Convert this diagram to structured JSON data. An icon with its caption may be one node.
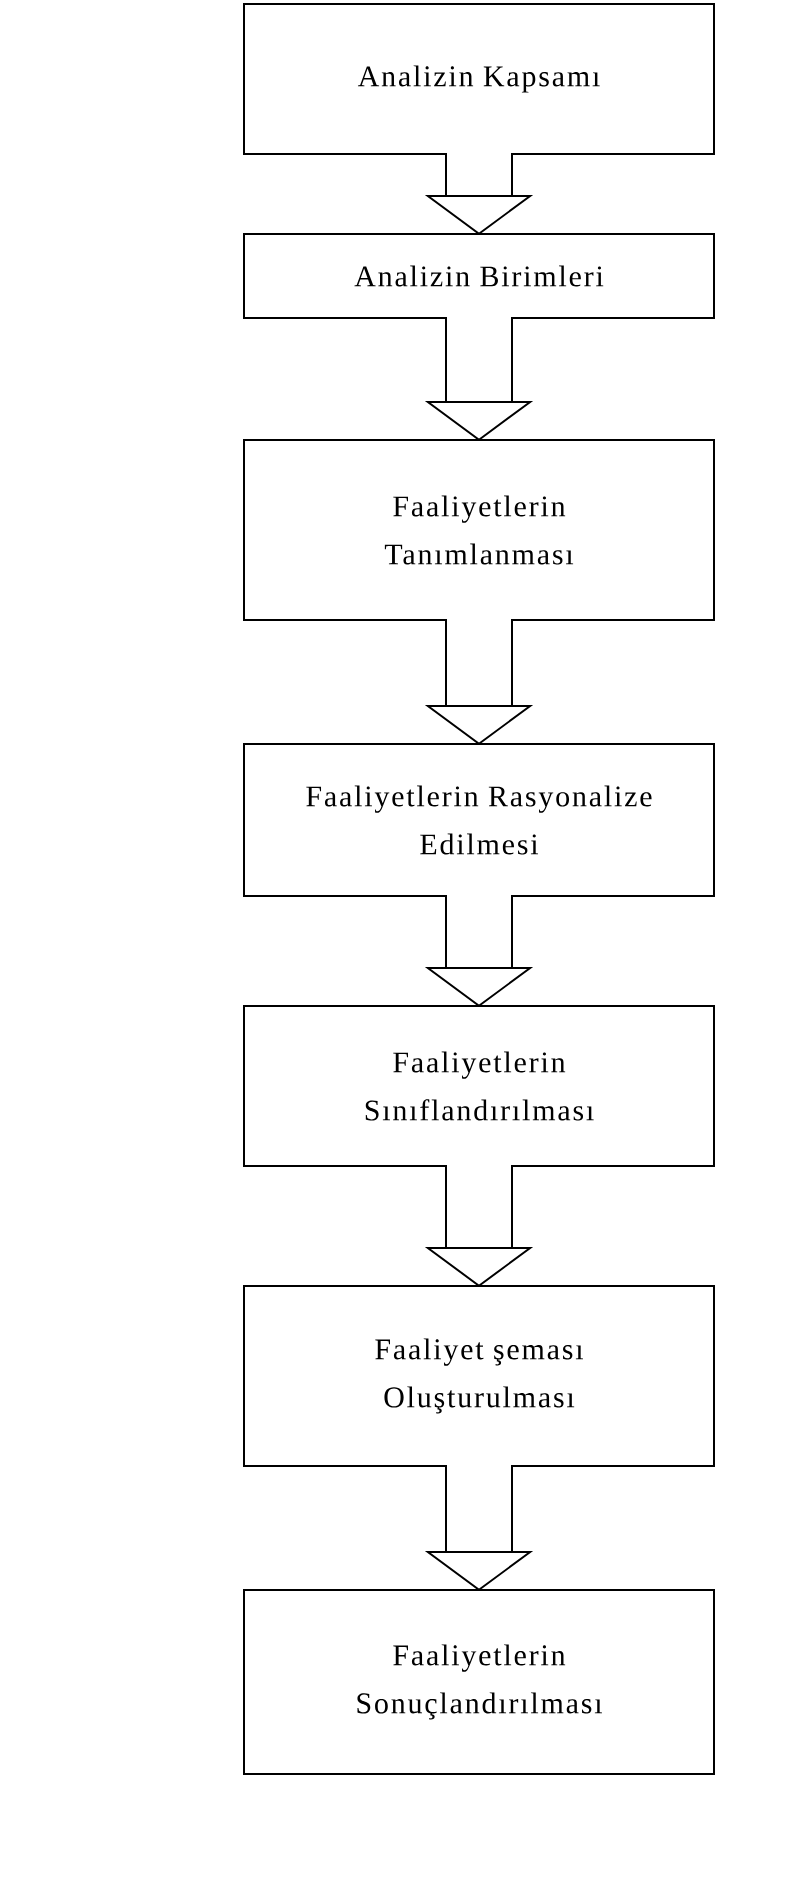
{
  "diagram": {
    "nodes": [
      {
        "text": [
          "Analizin Kapsamı"
        ]
      },
      {
        "text": [
          "Analizin Birimleri"
        ]
      },
      {
        "text": [
          "Faaliyetlerin Tanımlanması"
        ]
      },
      {
        "text": [
          "Faaliyetlerin Rasyonalize Edilmesi"
        ]
      },
      {
        "text": [
          "Faaliyetlerin Sınıflandırılması"
        ]
      },
      {
        "text": [
          "Faaliyet şeması Oluşturulması"
        ]
      },
      {
        "text": [
          "Faaliyetlerin Sonuçlandırılması"
        ]
      }
    ],
    "edges": [
      {
        "from": 0,
        "to": 1,
        "arrow": "to"
      },
      {
        "from": 1,
        "to": 2,
        "arrow": "to"
      },
      {
        "from": 2,
        "to": 3,
        "arrow": "to"
      },
      {
        "from": 3,
        "to": 4,
        "arrow": "to"
      },
      {
        "from": 4,
        "to": 5,
        "arrow": "to"
      },
      {
        "from": 5,
        "to": 6,
        "arrow": "to"
      }
    ]
  }
}
